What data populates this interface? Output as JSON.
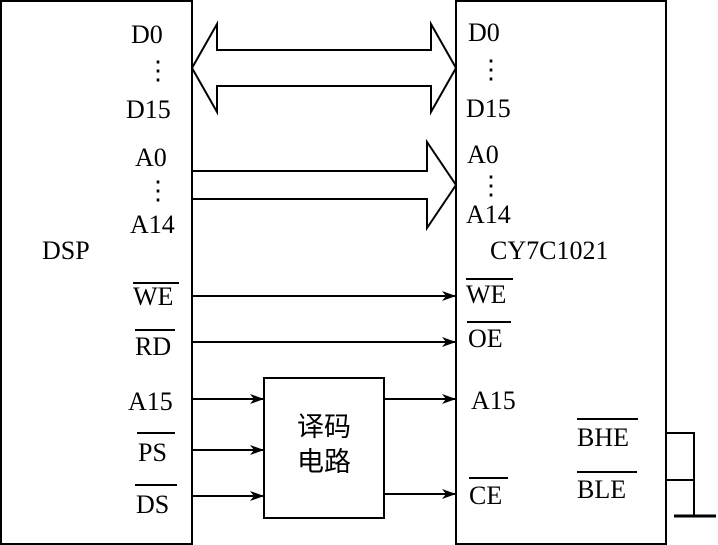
{
  "dsp": {
    "name": "DSP"
  },
  "sram": {
    "name": "CY7C1021"
  },
  "decoder": {
    "line1": "译码",
    "line2": "电路"
  },
  "dsp_pins": {
    "d0": "D0",
    "d15": "D15",
    "a0": "A0",
    "a14": "A14",
    "we": "WE",
    "rd": "RD",
    "a15": "A15",
    "ps": "PS",
    "ds": "DS"
  },
  "sram_pins": {
    "d0": "D0",
    "d15": "D15",
    "a0": "A0",
    "a14": "A14",
    "we": "WE",
    "oe": "OE",
    "a15": "A15",
    "ce": "CE",
    "bhe": "BHE",
    "ble": "BLE"
  },
  "ellipsis": "⋮"
}
